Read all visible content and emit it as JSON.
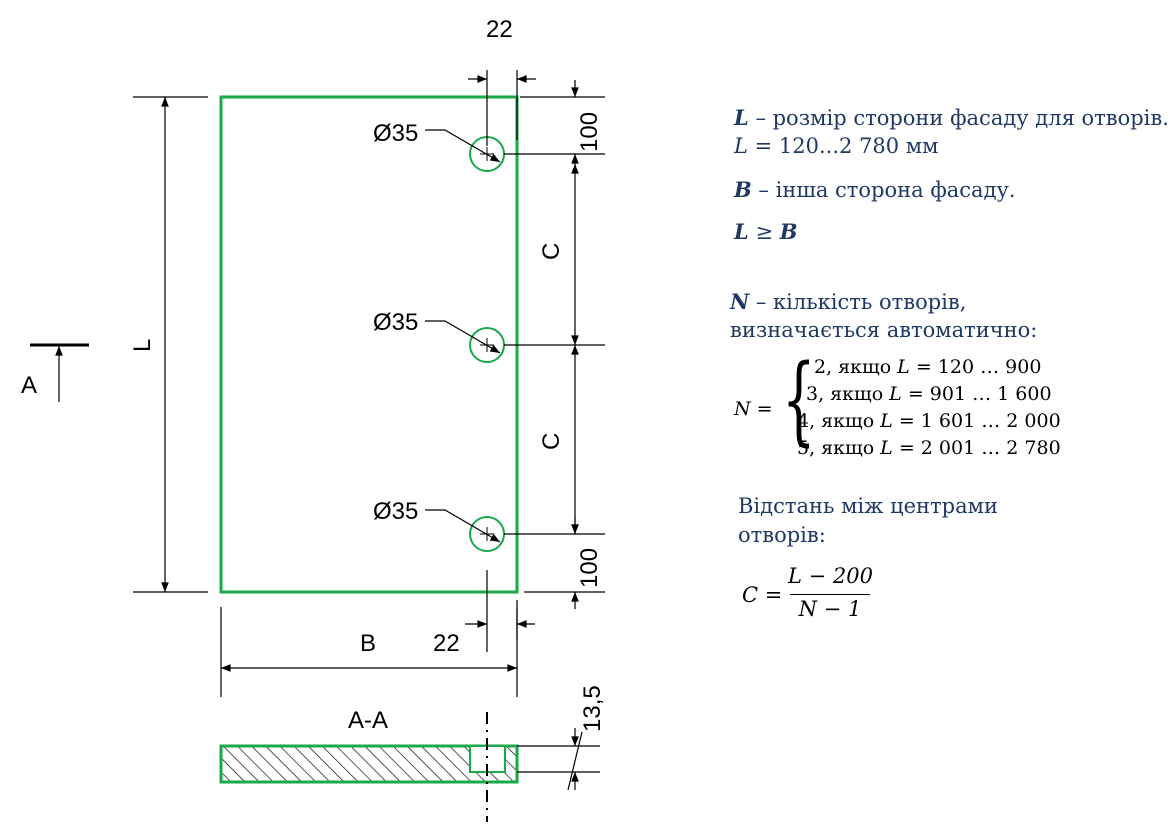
{
  "drawing": {
    "dim_top_offset": "22",
    "dim_bottom_offset": "22",
    "dim_top_margin": "100",
    "dim_bottom_margin": "100",
    "dim_spacing_1": "C",
    "dim_spacing_2": "C",
    "dim_length": "L",
    "dim_width": "B",
    "section_marker": "A",
    "section_title": "A-A",
    "dim_depth": "13,5",
    "hole_label_1": "Ø35",
    "hole_label_2": "Ø35",
    "hole_label_3": "Ø35",
    "colors": {
      "panel": "#1aa84a",
      "line": "#000000",
      "text": "#1f3864"
    }
  },
  "notes": {
    "l_symbol": "L",
    "l_desc": " – розмір сторони фасаду для отворів.",
    "l_range_symbol": "L",
    "l_range": " = 120...2 780 мм",
    "b_symbol": "B",
    "b_desc": " – інша сторона фасаду.",
    "ineq_l": "L",
    "ineq_sign": " ≥ ",
    "ineq_b": "B",
    "n_symbol": "N",
    "n_desc_1": " – кількість отворів,",
    "n_desc_2": "визначається автоматично:",
    "distance_1": "Відстань між центрами",
    "distance_2": "отворів:"
  },
  "formula_n": {
    "lhs": "N =",
    "cases": [
      {
        "count": "2, якщо ",
        "var": "L",
        "rel": " = 120 …  900"
      },
      {
        "count": "3, якщо ",
        "var": "L",
        "rel": " = 901 … 1 600"
      },
      {
        "count": "4, якщо ",
        "var": "L",
        "rel": " = 1 601 … 2 000"
      },
      {
        "count": "5, якщо ",
        "var": "L",
        "rel": " = 2 001 … 2 780"
      }
    ]
  },
  "formula_c": {
    "lhs": "C =",
    "numerator": "L − 200",
    "denominator": "N − 1"
  }
}
